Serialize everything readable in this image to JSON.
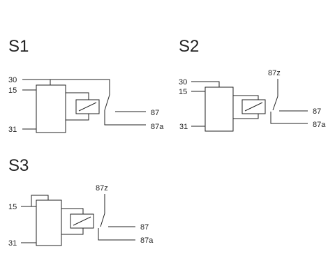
{
  "diagrams": [
    {
      "title": "S1",
      "pins": {
        "p30": "30",
        "p15": "15",
        "p31": "31",
        "p87": "87",
        "p87a": "87a"
      }
    },
    {
      "title": "S2",
      "pins": {
        "p30": "30",
        "p15": "15",
        "p31": "31",
        "p87z": "87z",
        "p87": "87",
        "p87a": "87a"
      }
    },
    {
      "title": "S3",
      "pins": {
        "p15": "15",
        "p31": "31",
        "p87z": "87z",
        "p87": "87",
        "p87a": "87a"
      }
    }
  ]
}
